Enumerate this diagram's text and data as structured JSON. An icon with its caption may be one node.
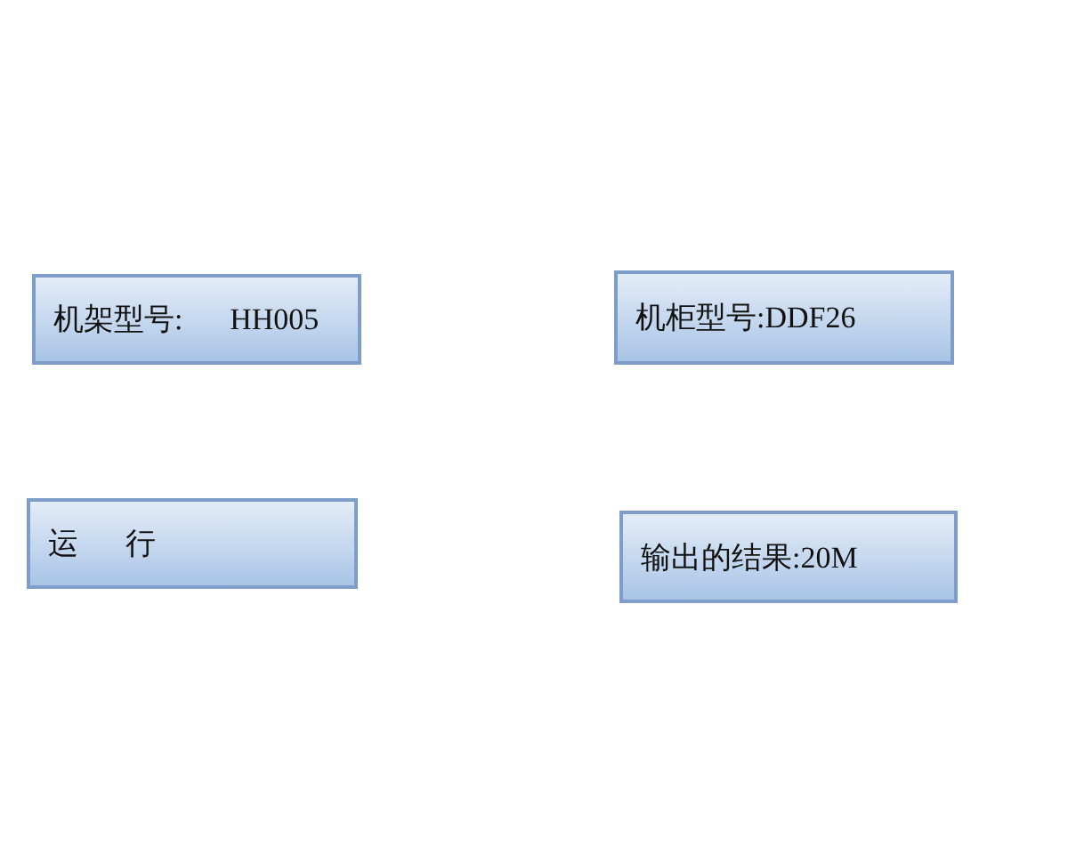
{
  "diagram": {
    "nodes": [
      {
        "text": [
          "机架型号: HH005"
        ]
      },
      {
        "text": [
          "机柜型号:DDF26"
        ]
      },
      {
        "text": [
          "运 行"
        ]
      },
      {
        "text": [
          "输出的结果:20M"
        ]
      }
    ]
  }
}
